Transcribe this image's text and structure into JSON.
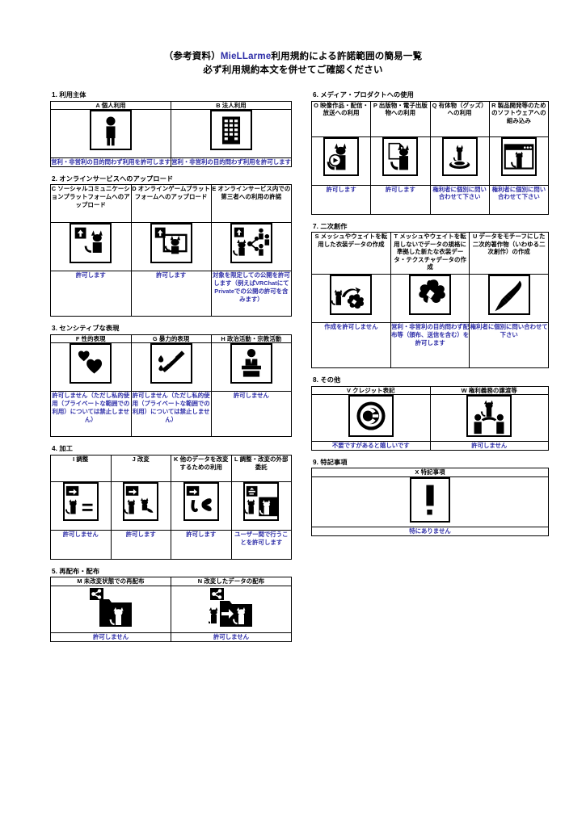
{
  "title": {
    "line1_prefix": "（参考資料）",
    "line1_brand": "MieLLarme",
    "line1_suffix": "利用規約による許諾範囲の簡易一覧",
    "line2": "必ず利用規約本文を併せてご確認ください"
  },
  "left_sections": [
    {
      "heading": "1. 利用主体",
      "columns": [
        {
          "header": "A 個人利用",
          "icon": "person-icon",
          "note": "営利・非営利の目的問わず利用を許可します"
        },
        {
          "header": "B 法人利用",
          "icon": "building-icon",
          "note": "営利・非営利の目的問わず利用を許可します"
        }
      ]
    },
    {
      "heading": "2. オンラインサービスへのアップロード",
      "columns": [
        {
          "header": "C ソーシャルコミュニケーションプラットフォームへのアップロード",
          "icon": "upload-cat-icon",
          "note": "許可します"
        },
        {
          "header": "D オンラインゲームプラットフォームへのアップロード",
          "icon": "upload-cat-monitor-icon",
          "note": "許可します"
        },
        {
          "header": "E オンラインサービス内での第三者への利用の許諾",
          "icon": "upload-cat-share-people-icon",
          "note": "対象を限定しての公開を許可します（例えばVRChatにてPrivateでの公開の許可を含みます）"
        }
      ]
    },
    {
      "heading": "3. センシティブな表現",
      "columns": [
        {
          "header": "F 性的表現",
          "icon": "hearts-icon",
          "note": "許可しません（ただし私的使用（プライベートな範囲での利用）については禁止しません）"
        },
        {
          "header": "G 暴力的表現",
          "icon": "knife-blood-icon",
          "note": "許可しません（ただし私的使用（プライベートな範囲での利用）については禁止しません）"
        },
        {
          "header": "H 政治活動・宗教活動",
          "icon": "podium-speaker-icon",
          "note": "許可しません"
        }
      ]
    },
    {
      "heading": "4. 加工",
      "columns": [
        {
          "header": "I 調整",
          "icon": "cat-equals-icon",
          "note": "許可しません"
        },
        {
          "header": "J 改変",
          "icon": "cat-modified-icon",
          "note": "許可します"
        },
        {
          "header": "K 他のデータを改変するための利用",
          "icon": "cat-to-other-icon",
          "note": "許可します"
        },
        {
          "header": "L 調整・改変の外部委託",
          "icon": "cat-outsourcing-icon",
          "note": "ユーザー間で行うことを許可します"
        }
      ]
    },
    {
      "heading": "5. 再配布・配布",
      "columns": [
        {
          "header": "M 未改変状態での再配布",
          "icon": "share-folder-cat-icon",
          "note": "許可しません"
        },
        {
          "header": "N 改変したデータの配布",
          "icon": "share-folder-cat-modified-icon",
          "note": "許可しません"
        }
      ]
    }
  ],
  "right_sections": [
    {
      "heading": "6. メディア・プロダクトへの使用",
      "columns": [
        {
          "header": "O 映像作品・配信・放送への利用",
          "icon": "cat-play-video-icon",
          "note": "許可します"
        },
        {
          "header": "P 出版物・電子出版物への利用",
          "icon": "cat-page-icon",
          "note": "許可します"
        },
        {
          "header": "Q 有体物（グッズ）への利用",
          "icon": "cat-figure-goods-icon",
          "note": "権利者に個別に問い合わせて下さい"
        },
        {
          "header": "R 製品開発等のためのソフトウェアへの組み込み",
          "icon": "cat-in-window-icon",
          "note": "権利者に個別に問い合わせて下さい"
        }
      ]
    },
    {
      "heading": "7. 二次創作",
      "columns": [
        {
          "header": "S メッシュやウェイトを転用した衣装データの作成",
          "icon": "cat-to-cloth-icon",
          "note": "作成を許可しません"
        },
        {
          "header": "T メッシュやウェイトを転用しないでデータの規格に準拠した新たな衣装データ・テクスチャデータの作成",
          "icon": "cloth-new-icon",
          "note": "営利・非営利の目的問わず配布等（頒布、送信を含む）を許可します"
        },
        {
          "header": "U データをモチーフにした二次的著作物（いわゆる二次創作）の作成",
          "icon": "paintbrush-icon",
          "note": "権利者に個別に問い合わせて下さい"
        }
      ]
    },
    {
      "heading": "8. その他",
      "columns": [
        {
          "header": "V クレジット表記",
          "icon": "copyright-icon",
          "note": "不要ですがあると嬉しいです"
        },
        {
          "header": "W 権利義務の譲渡等",
          "icon": "cat-transfer-people-icon",
          "note": "許可しません"
        }
      ]
    },
    {
      "heading": "9. 特記事項",
      "columns": [
        {
          "header": "X 特記事項",
          "icon": "exclamation-icon",
          "note": "特にありません"
        }
      ]
    }
  ],
  "colors": {
    "brand": "#2f2fa8",
    "note": "#2f2fa8",
    "border": "#000000",
    "background": "#ffffff"
  }
}
